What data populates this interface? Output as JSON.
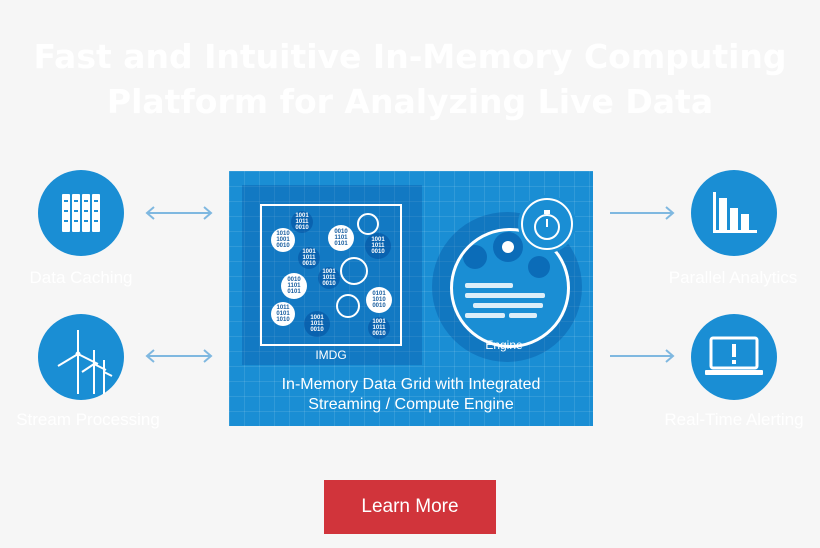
{
  "title": {
    "line1": "Fast and Intuitive In-Memory Computing",
    "line2": "Platform for Analyzing Live Data"
  },
  "features_left": [
    {
      "label": "Data Caching",
      "icon": "database-servers-icon"
    },
    {
      "label": "Stream Processing",
      "icon": "wind-turbine-icon"
    }
  ],
  "features_right": [
    {
      "label": "Parallel Analytics",
      "icon": "bar-chart-icon"
    },
    {
      "label": "Real-Time Alerting",
      "icon": "laptop-alert-icon"
    }
  ],
  "center": {
    "imdg_label": "IMDG",
    "engine_label": "Engine",
    "caption_line1": "In-Memory Data Grid with Integrated",
    "caption_line2": "Streaming / Compute Engine",
    "binary": [
      "1001\n1011\n0010",
      "0010\n1101\n0101",
      "1010\n1001\n0010",
      "1001\n1011\n0010",
      "1001\n1011\n0010",
      "0010\n1101\n0101",
      "1001\n1011\n0010",
      "0101\n1010\n0010",
      "1011\n0101\n1010",
      "1001\n1011\n0010",
      "1001\n1011\n0010"
    ]
  },
  "button": {
    "label": "Learn More"
  },
  "colors": {
    "accent": "#1a8ed4",
    "button": "#d1343b",
    "arrow": "#7fb8e0",
    "background": "#f6f6f6"
  }
}
